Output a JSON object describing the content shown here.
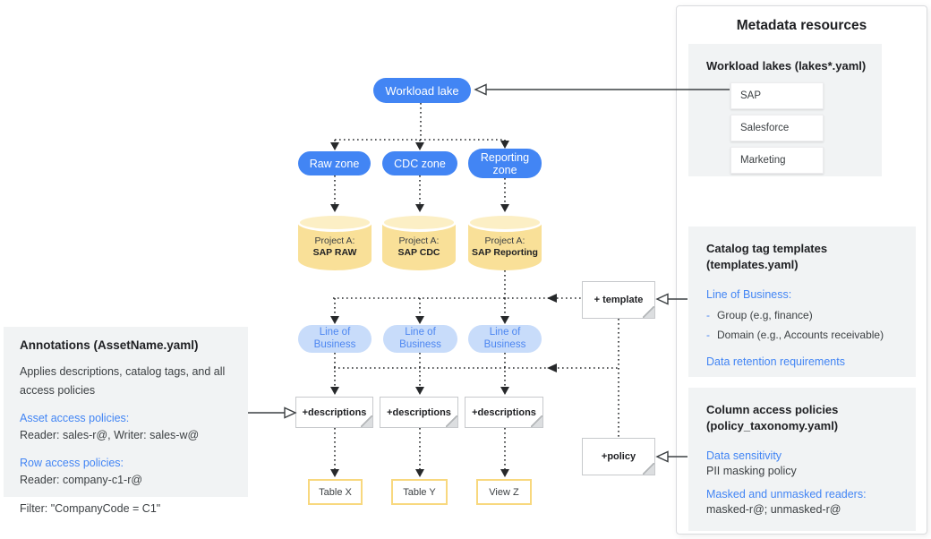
{
  "diagram": {
    "workload_lake_label": "Workload lake",
    "zones": [
      {
        "label": "Raw zone"
      },
      {
        "label": "CDC zone"
      },
      {
        "label": "Reporting zone"
      }
    ],
    "projects": [
      {
        "prefix": "Project A:",
        "name": "SAP RAW"
      },
      {
        "prefix": "Project A:",
        "name": "SAP CDC"
      },
      {
        "prefix": "Project A:",
        "name": "SAP Reporting"
      }
    ],
    "lob_tags": [
      {
        "label": "Line of Business"
      },
      {
        "label": "Line of Business"
      },
      {
        "label": "Line of Business"
      }
    ],
    "description_notes": [
      {
        "label": "+descriptions"
      },
      {
        "label": "+descriptions"
      },
      {
        "label": "+descriptions"
      }
    ],
    "template_note_label": "+ template",
    "policy_note_label": "+policy",
    "outputs": [
      {
        "label": "Table X"
      },
      {
        "label": "Table Y"
      },
      {
        "label": "View Z"
      }
    ]
  },
  "annotations_panel": {
    "title": "Annotations (AssetName.yaml)",
    "description": "Applies descriptions, catalog tags, and all access policies",
    "asset_policies_heading": "Asset access policies:",
    "asset_policies_value": "Reader: sales-r@, Writer: sales-w@",
    "row_policies_heading": "Row access policies:",
    "row_policies_value": "Reader: company-c1-r@",
    "filter_line": "Filter: \"CompanyCode = C1\""
  },
  "metadata_panel": {
    "title": "Metadata resources",
    "workload_lakes": {
      "title": "Workload lakes (lakes*.yaml)",
      "items": [
        {
          "label": "SAP"
        },
        {
          "label": "Salesforce"
        },
        {
          "label": "Marketing"
        }
      ]
    },
    "catalog_templates": {
      "title_line1": "Catalog tag templates",
      "title_line2": "(templates.yaml)",
      "lob_heading": "Line of Business:",
      "items": [
        {
          "bullet": "-",
          "text": "Group (e.g, finance)"
        },
        {
          "bullet": "-",
          "text": "Domain (e.g., Accounts receivable)"
        }
      ],
      "retention_heading": "Data retention requirements"
    },
    "column_policies": {
      "title_line1": "Column access policies",
      "title_line2": "(policy_taxonomy.yaml)",
      "sensitivity_heading": "Data sensitivity",
      "sensitivity_value": "PII masking policy",
      "readers_heading": "Masked and unmasked readers:",
      "readers_value": "masked-r@; unmasked-r@"
    }
  },
  "colors": {
    "primary_blue": "#4285f4",
    "light_blue_fill": "#c8dcfa",
    "light_blue_text": "#4c86f1",
    "cylinder_body": "#f9e098",
    "cylinder_top": "#fcefc5",
    "output_border": "#f8d87e",
    "panel_gray": "#f1f3f4",
    "heading_blue": "#4285f4",
    "text_dark": "#3c4043",
    "line_dark": "#27292b"
  }
}
